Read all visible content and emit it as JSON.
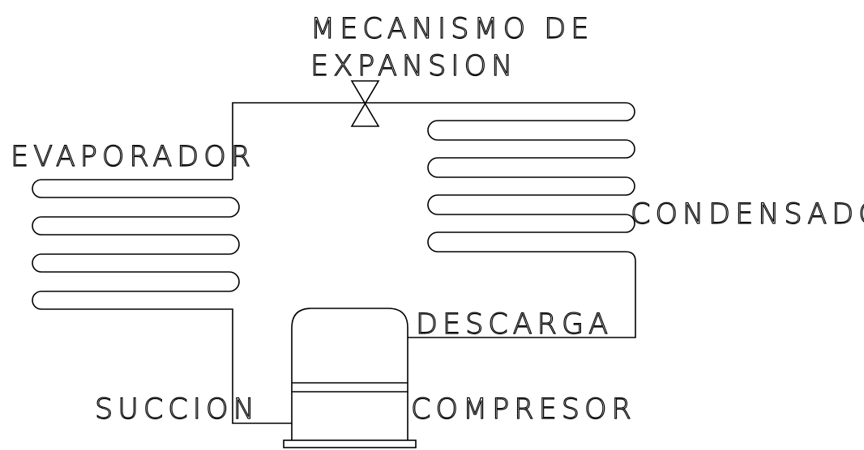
{
  "labels": {
    "expansion_line1": "MECANISMO DE",
    "expansion_line2": "EXPANSION",
    "evaporator": "EVAPORADOR",
    "condenser": "CONDENSADOR",
    "discharge": "DESCARGA",
    "suction": "SUCCION",
    "compressor": "COMPRESOR"
  },
  "colors": {
    "line": "#000000",
    "background": "#ffffff"
  }
}
